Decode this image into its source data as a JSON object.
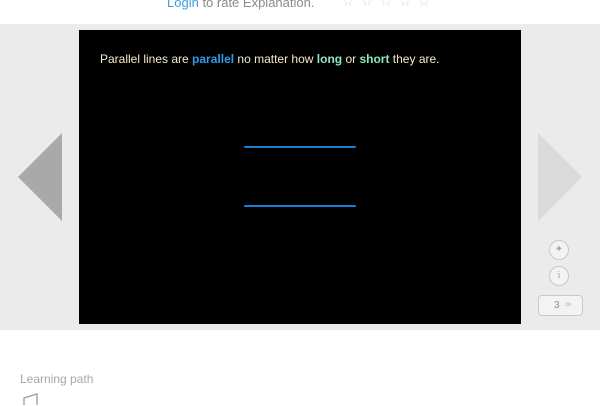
{
  "rating": {
    "login_link": "Login",
    "prompt": "to rate Explanation.",
    "stars": [
      "☆",
      "☆",
      "☆",
      "☆",
      "☆"
    ]
  },
  "slide": {
    "caption": {
      "part1": "Parallel lines are ",
      "kw_parallel": "parallel",
      "part2": " no matter how ",
      "kw_long": "long",
      "part3": " or ",
      "kw_short": "short",
      "part4": " they are."
    },
    "line_color": "#1c7fd6",
    "background": "#000000"
  },
  "navigation": {
    "prev_icon": "triangle-left-icon",
    "next_icon": "triangle-right-icon"
  },
  "controls": {
    "pointer_glyph": "✦",
    "info_glyph": "i",
    "speed_value": "3",
    "speed_glyph": "∞"
  },
  "learning_path": {
    "title": "Learning path"
  },
  "colors": {
    "link": "#3aa0d9",
    "keyword_blue": "#2f9ce6",
    "keyword_green": "#8ee6bf",
    "caption_text": "#f4ecc4",
    "stage_background": "#ebebeb"
  }
}
